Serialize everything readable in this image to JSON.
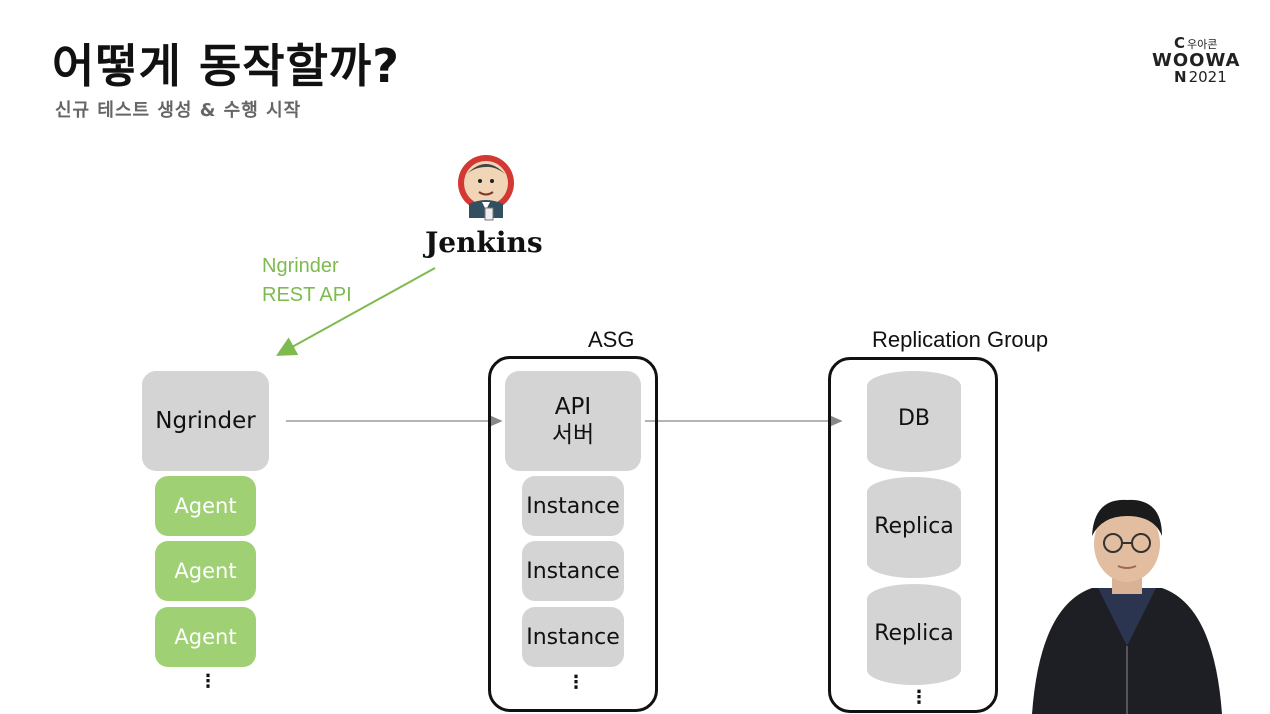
{
  "header": {
    "title": "어떻게 동작할까?",
    "subtitle": "신규 테스트 생성 & 수행 시작"
  },
  "logo": {
    "letter_c": "C",
    "korean": "우아콘",
    "word": "WOOWA",
    "letter_n": "N",
    "year": "2021"
  },
  "jenkins": {
    "label": "Jenkins"
  },
  "api_call": {
    "line1": "Ngrinder",
    "line2": "REST API",
    "color": "#7dba4f"
  },
  "ngrinder": {
    "label": "Ngrinder",
    "agents": [
      "Agent",
      "Agent",
      "Agent"
    ],
    "more": "⋮"
  },
  "asg": {
    "label": "ASG",
    "api_server": {
      "line1": "API",
      "line2": "서버"
    },
    "instances": [
      "Instance",
      "Instance",
      "Instance"
    ],
    "more": "⋮"
  },
  "replication_group": {
    "label": "Replication Group",
    "db": "DB",
    "replicas": [
      "Replica",
      "Replica"
    ],
    "more": "⋮"
  },
  "colors": {
    "box_gray": "#d4d4d4",
    "agent_green": "#9fd174",
    "arrow_gray": "#888888"
  }
}
